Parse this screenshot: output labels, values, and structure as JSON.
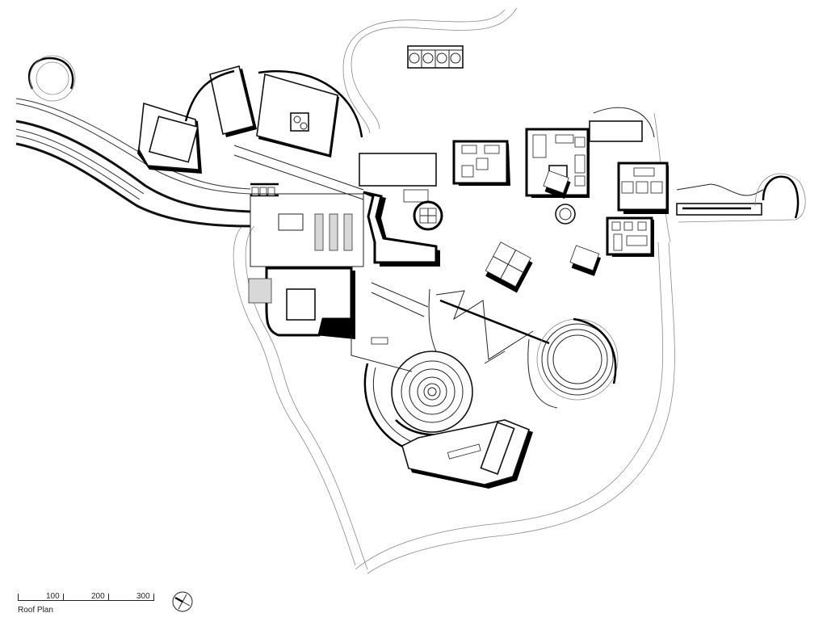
{
  "drawing": {
    "title": "Roof Plan",
    "scale": {
      "labels": [
        "100",
        "200",
        "300"
      ],
      "unit_spacing": 100
    },
    "north_arrow": "north-arrow-icon",
    "colors": {
      "ink": "#111111",
      "contour": "#8a8a8a",
      "paper": "#ffffff"
    }
  }
}
